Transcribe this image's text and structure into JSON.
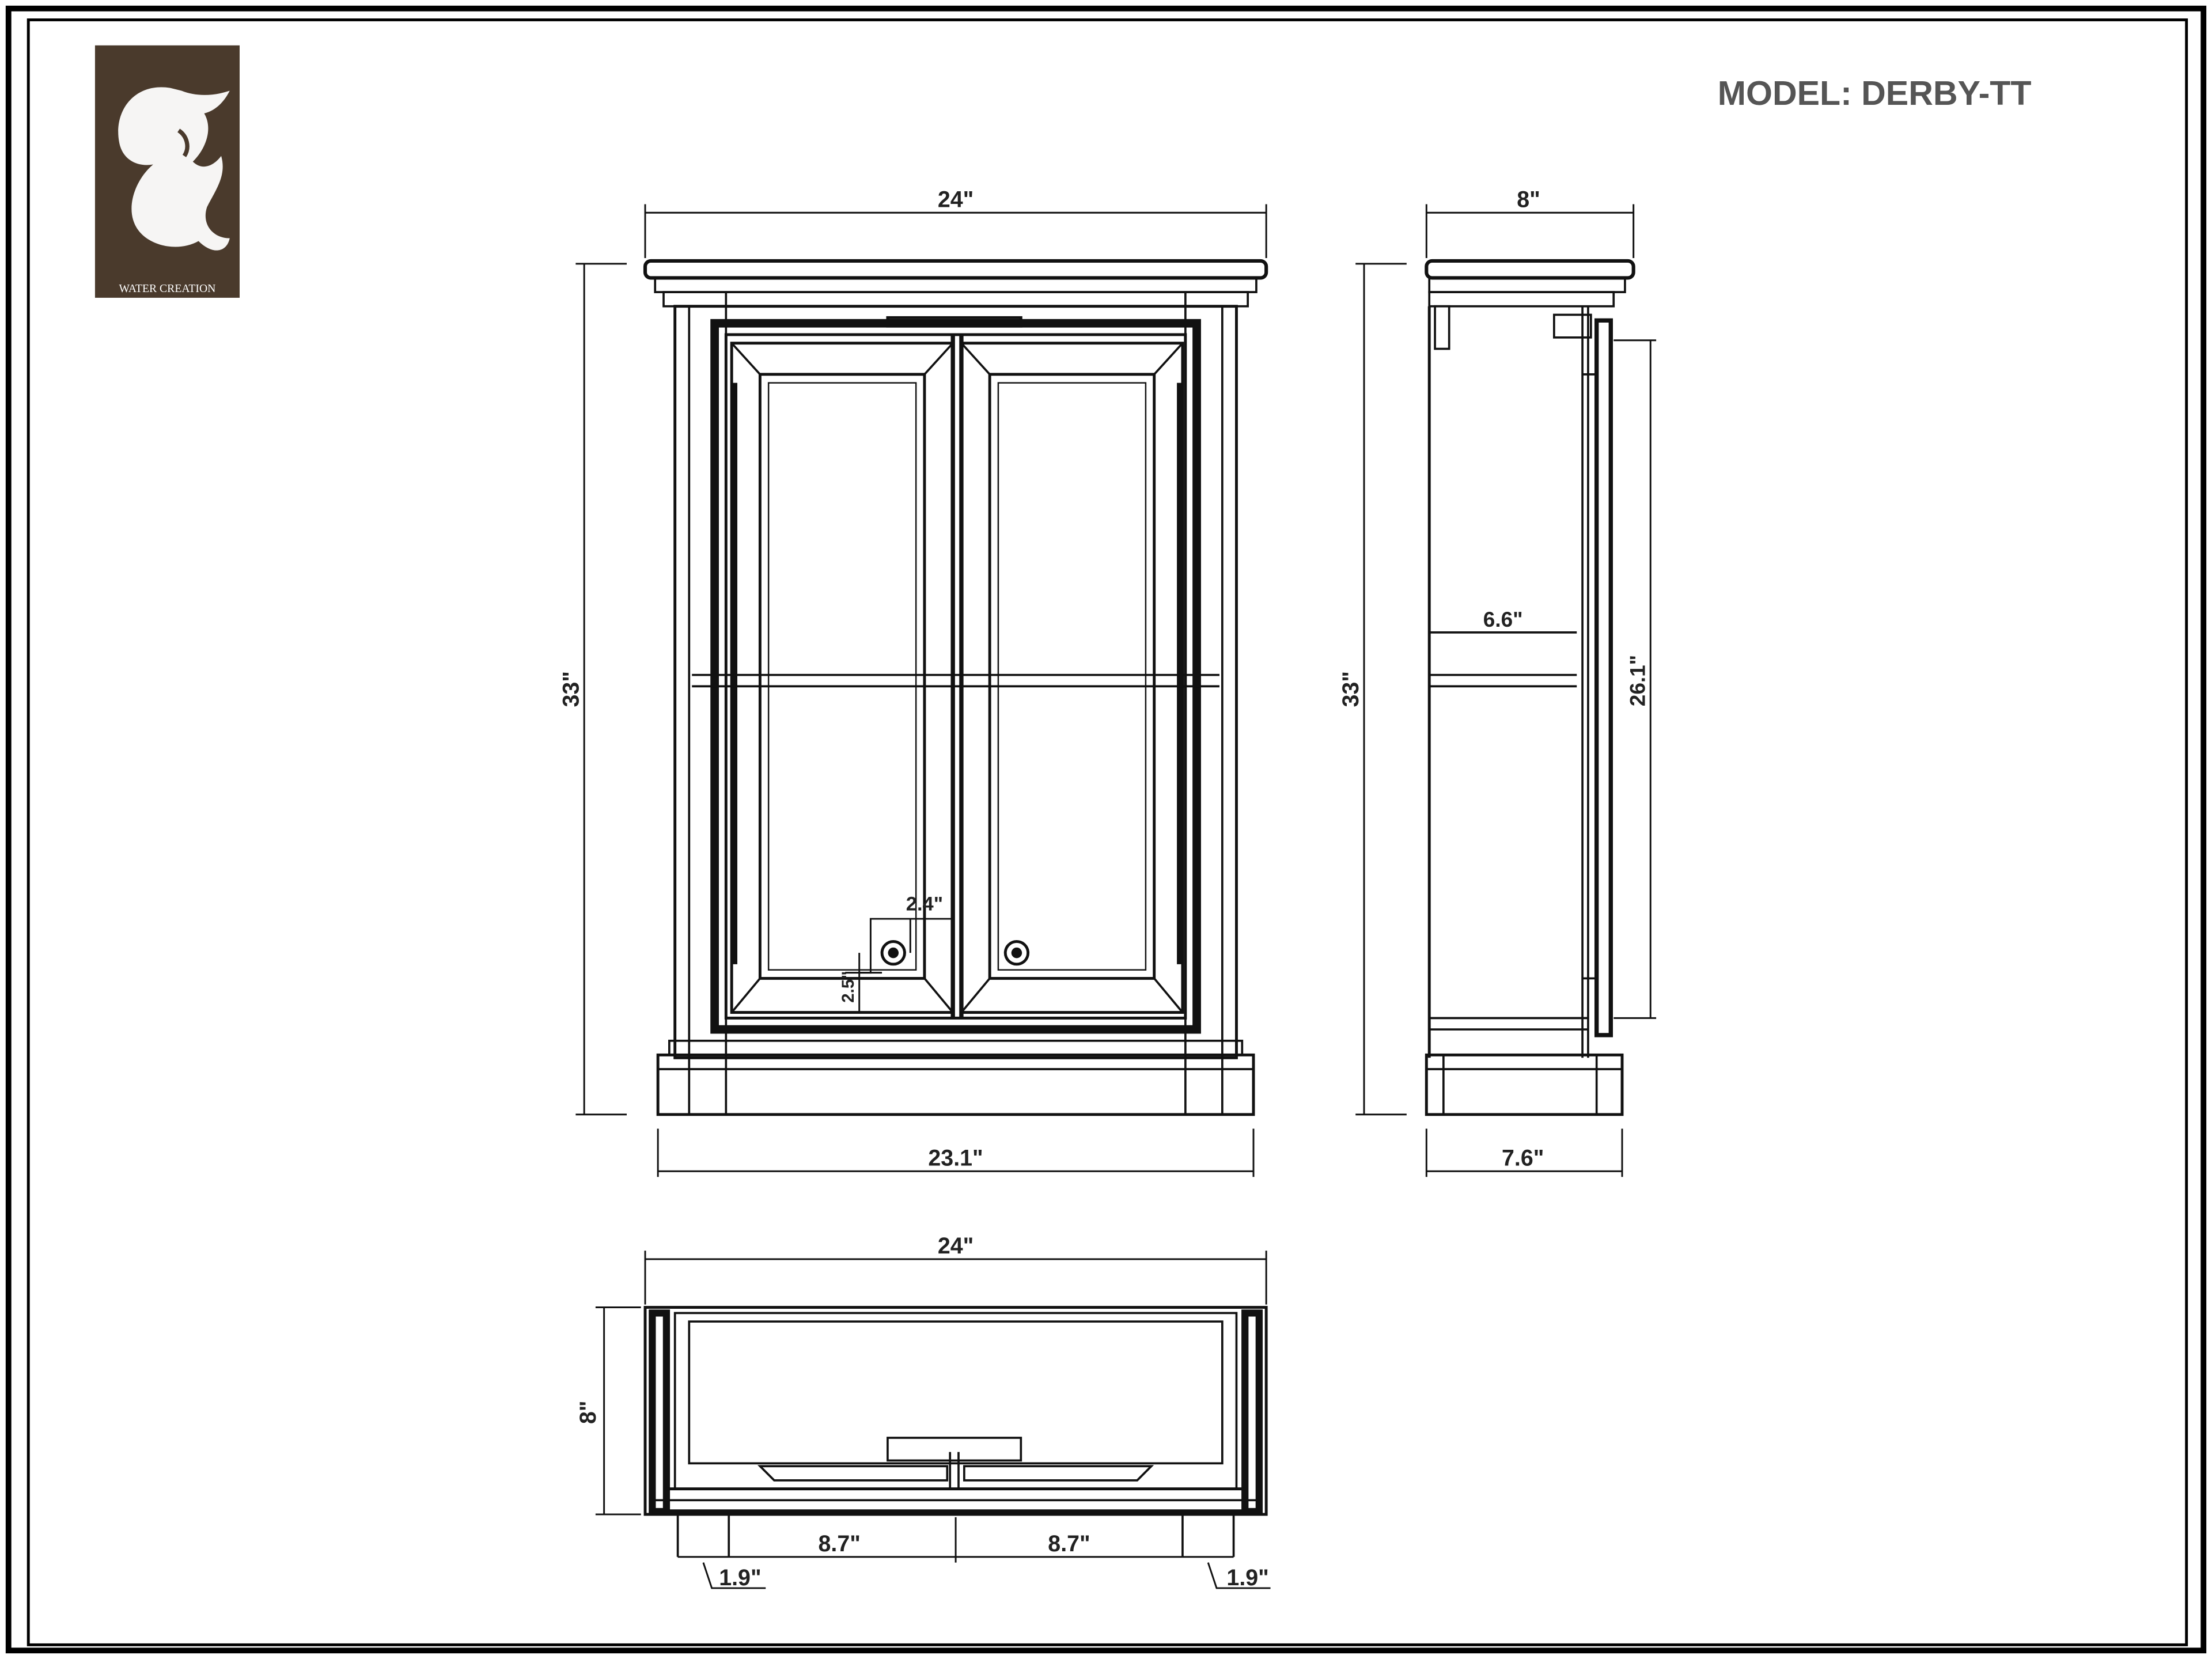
{
  "title": "MODEL: DERBY-TT",
  "logo": {
    "name": "water-creation-logo",
    "text": "WATER CREATION",
    "color": "#4a3a2c"
  },
  "colors": {
    "line": "#111111",
    "text": "#222222",
    "title": "#555555",
    "frame": "#000000"
  },
  "front_view": {
    "width_top": "24\"",
    "width_bottom": "23.1\"",
    "height": "33\"",
    "knob_offset_x": "2.4\"",
    "knob_offset_y": "2.5\""
  },
  "side_view": {
    "depth_top": "8\"",
    "depth_bottom": "7.6\"",
    "height": "33\"",
    "shelf_depth": "6.6\"",
    "door_height": "26.1\""
  },
  "top_view": {
    "width": "24\"",
    "depth": "8\"",
    "door_left": "8.7\"",
    "door_right": "8.7\"",
    "foot_left": "1.9\"",
    "foot_right": "1.9\""
  }
}
